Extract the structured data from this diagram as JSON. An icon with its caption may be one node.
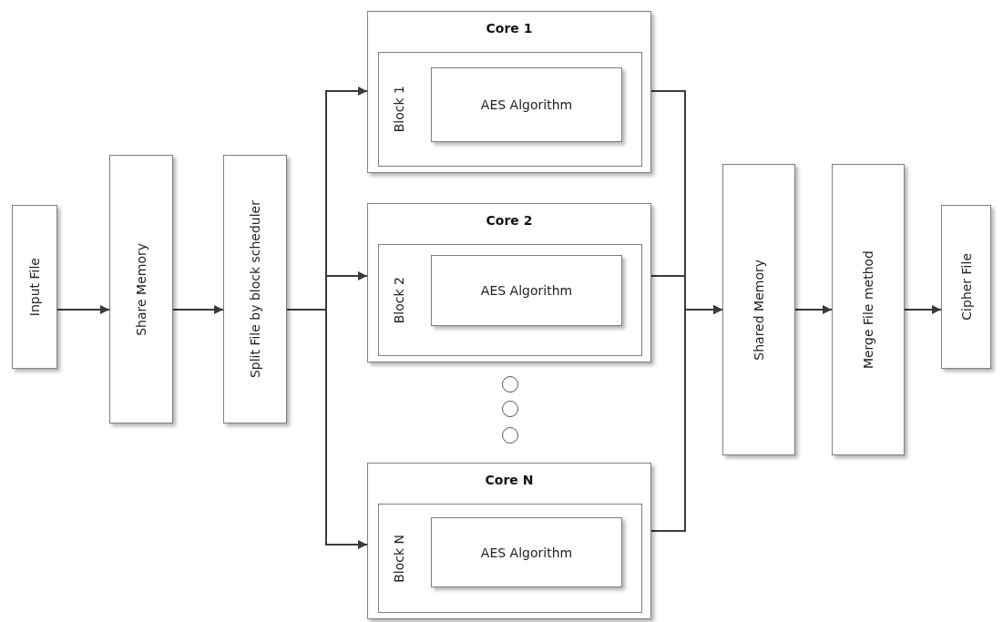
{
  "diagram": {
    "nodes": [
      {
        "text": [
          "Input File"
        ]
      },
      {
        "text": [
          "Share Memory"
        ]
      },
      {
        "text": [
          "Split File by block scheduler"
        ]
      },
      {
        "text": [
          "Core 1"
        ]
      },
      {
        "text": [
          "Block 1"
        ],
        "in": 3
      },
      {
        "text": [
          "AES Algorithm"
        ],
        "in": 4
      },
      {
        "text": [
          "Core 2"
        ]
      },
      {
        "text": [
          "Block 2"
        ],
        "in": 6
      },
      {
        "text": [
          "AES Algorithm"
        ],
        "in": 7
      },
      {
        "text": [],
        "shape": "circle"
      },
      {
        "text": [],
        "shape": "circle"
      },
      {
        "text": [],
        "shape": "circle"
      },
      {
        "text": [
          "Core N"
        ]
      },
      {
        "text": [
          "Block N"
        ],
        "in": 12
      },
      {
        "text": [
          "AES Algorithm"
        ],
        "in": 13
      },
      {
        "text": [
          "Shared Memory"
        ]
      },
      {
        "text": [
          "Merge File method"
        ]
      },
      {
        "text": [
          "Cipher File"
        ]
      }
    ],
    "edges": [
      {
        "from": 0,
        "to": 1,
        "arrow": "to"
      },
      {
        "from": 1,
        "to": 2,
        "arrow": "to"
      },
      {
        "from": 2,
        "to": 3,
        "arrow": "to"
      },
      {
        "from": 2,
        "to": 6,
        "arrow": "to"
      },
      {
        "from": 2,
        "to": 12,
        "arrow": "to"
      },
      {
        "from": 3,
        "to": 15,
        "arrow": "to"
      },
      {
        "from": 6,
        "to": 15,
        "arrow": "to"
      },
      {
        "from": 12,
        "to": 15,
        "arrow": "to"
      },
      {
        "from": 15,
        "to": 16,
        "arrow": "to"
      },
      {
        "from": 16,
        "to": 17,
        "arrow": "to"
      }
    ]
  }
}
